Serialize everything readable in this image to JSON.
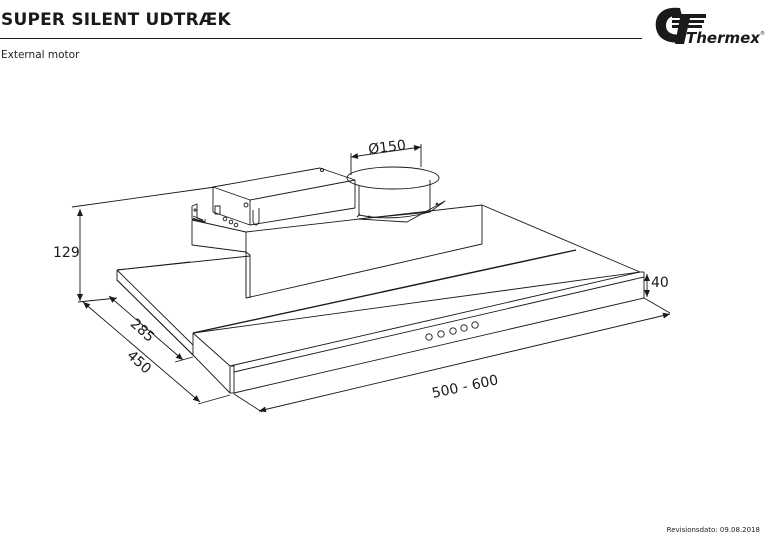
{
  "header": {
    "title": "SUPER SILENT UDTRÆK",
    "subtitle": "External motor",
    "logo_text": "Thermex",
    "logo_mark": "®"
  },
  "drawing": {
    "type": "technical-isometric-drawing",
    "subject": "cooker hood with external motor",
    "dimensions": {
      "duct_diameter": "Ø150",
      "height": "129",
      "depth_inner": "285",
      "depth_outer": "450",
      "width": "500 - 600",
      "front_height": "40"
    },
    "control_buttons_count": 5,
    "line_color": "#1a1a1a"
  },
  "footer": {
    "revision": "Revisionsdato: 09.08.2018"
  }
}
